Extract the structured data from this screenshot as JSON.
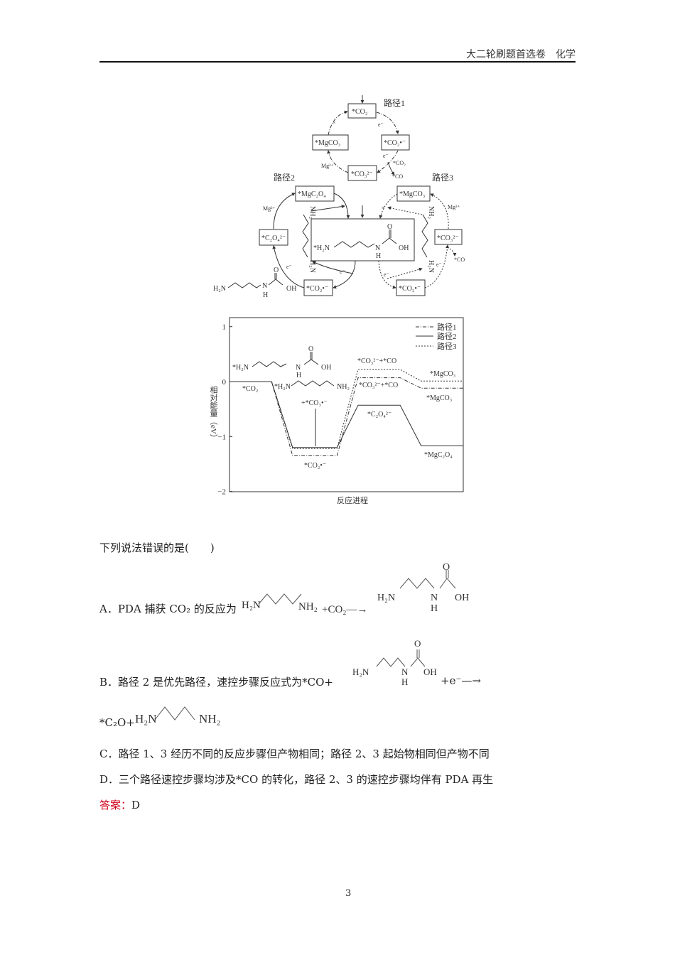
{
  "header": {
    "title": "大二轮刷题首选卷　化学"
  },
  "diagram": {
    "path_labels": [
      "路径1",
      "路径2",
      "路径3"
    ],
    "path1_boxes": [
      "*CO₂",
      "*MgCO₃",
      "*CO₂•⁻",
      "*CO₃²⁻"
    ],
    "path2_boxes": [
      "*MgC₂O₄",
      "*C₂O₄²⁻",
      "*CO₂•⁻"
    ],
    "path3_boxes": [
      "*MgCO₃",
      "*CO₃²⁻",
      "*CO₂•⁻"
    ],
    "center": {
      "h2n": "*H₂N",
      "n": "N",
      "h": "H",
      "o": "O",
      "oh": "OH"
    },
    "chain_labels": {
      "nh2": "NH₂",
      "h2n": "H₂N"
    },
    "side_molecule": {
      "h2n": "H₂N",
      "n": "N",
      "h": "H",
      "o": "O",
      "oh": "OH"
    },
    "annotations": {
      "mg": "Mg²⁺",
      "e": "e⁻",
      "co2": "*CO₂",
      "co": "*CO",
      "cross": "×"
    }
  },
  "chart_data": {
    "type": "line",
    "title": "",
    "xlabel": "反应进程",
    "ylabel": "相对能量（eV）",
    "ylim": [
      -2,
      1.15
    ],
    "xlim": [
      0,
      100
    ],
    "yticks": [
      "1",
      "0",
      "−1",
      "−2"
    ],
    "ytick_values": [
      1,
      0,
      -1,
      -2
    ],
    "legend": {
      "placement": "top-right",
      "entries": [
        "路径1",
        "路径2",
        "路径3"
      ]
    },
    "series": [
      {
        "name": "路径1",
        "style": "dash-dot",
        "x": [
          0,
          18,
          27,
          46,
          55,
          73,
          82,
          100
        ],
        "y": [
          0,
          0,
          -1.35,
          -1.35,
          0.07,
          0.07,
          -0.12,
          -0.12
        ]
      },
      {
        "name": "路径2",
        "style": "solid",
        "x": [
          0,
          18,
          27,
          46,
          55,
          73,
          82,
          100
        ],
        "y": [
          0,
          0,
          -1.2,
          -1.2,
          -0.43,
          -0.43,
          -1.17,
          -1.17
        ]
      },
      {
        "name": "路径3",
        "style": "dotted",
        "x": [
          0,
          18,
          27,
          46,
          55,
          73,
          82,
          100
        ],
        "y": [
          0,
          0,
          -1.22,
          -1.22,
          0.22,
          0.22,
          0.01,
          0.01
        ]
      }
    ],
    "annotations": {
      "co2": "*CO₂",
      "adduct_h2n": "*H₂N",
      "adduct_n": "N",
      "adduct_h": "H",
      "adduct_o": "O",
      "adduct_oh": "OH",
      "pda_h2n": "*H₂N",
      "pda_nh2": "NH₂",
      "plus_co3": "+*CO₃•⁻",
      "co2_radical": "*CO₂•⁻",
      "co3_co_top": "*CO₃²⁻+*CO",
      "co3_co_mid": "*CO₃²⁻+*CO",
      "c2o4": "*C₂O₄²⁻",
      "mgco3_top": "*MgCO₃",
      "mgco3_mid": "*MgCO₃",
      "mgc2o4": "*MgC₂O₄"
    }
  },
  "question": {
    "stem": "下列说法错误的是(　　)",
    "A_prefix": "A．PDA 捕获 CO₂ 的反应为",
    "A_mid": "+CO₂—→",
    "B_prefix": "B．路径 2 是优先路径，速控步骤反应式为*CO+",
    "B_mid": "+e⁻—→",
    "B_line2": "*C₂O+",
    "C": "C．路径 1、3 经历不同的反应步骤但产物相同；路径 2、3 起始物相同但产物不同",
    "D": "D．三个路径速控步骤均涉及*CO 的转化，路径 2、3 的速控步骤均伴有 PDA 再生",
    "mol": {
      "h2n": "H₂N",
      "nh2": "NH₂",
      "n": "N",
      "h": "H",
      "o": "O",
      "oh": "OH"
    }
  },
  "answer": {
    "label": "答案：",
    "value": "D"
  },
  "page_number": "3"
}
